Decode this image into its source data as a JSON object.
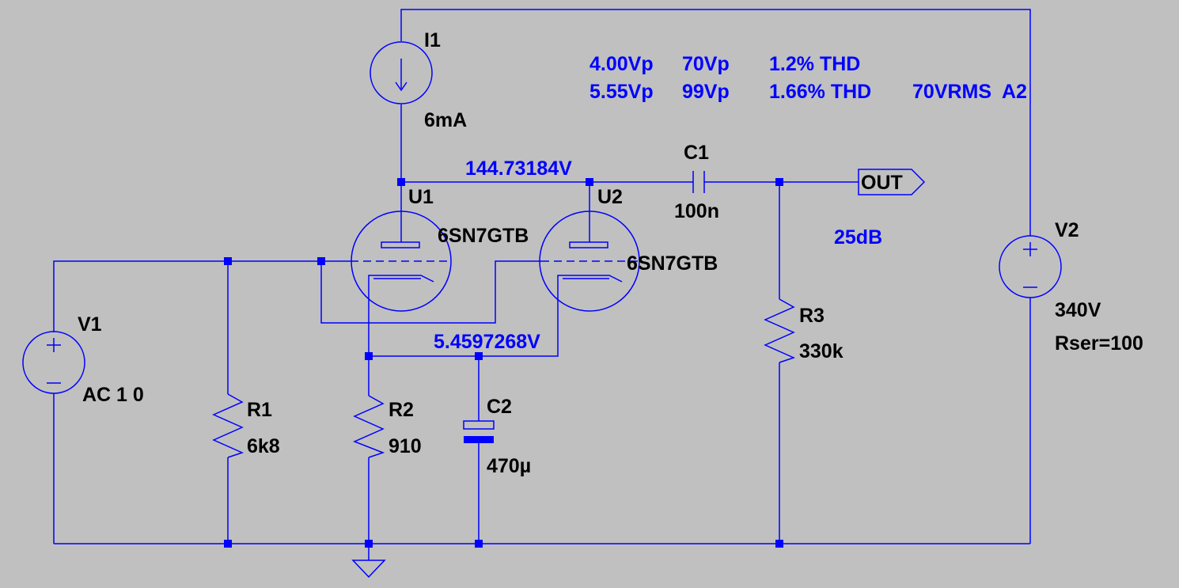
{
  "components": {
    "i1": {
      "name": "I1",
      "value": "6mA"
    },
    "u1": {
      "name": "U1",
      "model": "6SN7GTB"
    },
    "u2": {
      "name": "U2",
      "model": "6SN7GTB"
    },
    "c1": {
      "name": "C1",
      "value": "100n"
    },
    "c2": {
      "name": "C2",
      "value": "470µ"
    },
    "r1": {
      "name": "R1",
      "value": "6k8"
    },
    "r2": {
      "name": "R2",
      "value": "910"
    },
    "r3": {
      "name": "R3",
      "value": "330k"
    },
    "v1": {
      "name": "V1",
      "value": "AC 1 0"
    },
    "v2": {
      "name": "V2",
      "value": "340V",
      "param": "Rser=100"
    }
  },
  "nodes": {
    "anode_voltage": "144.73184V",
    "cathode_voltage": "5.4597268V",
    "out_label": "OUT"
  },
  "notes": {
    "row1": [
      "4.00Vp",
      "70Vp",
      "1.2% THD"
    ],
    "row2": [
      "5.55Vp",
      "99Vp",
      "1.66% THD",
      "70VRMS  A2"
    ],
    "gain": "25dB"
  },
  "colors": {
    "background": "#c0c0c0",
    "wire": "#0000ff",
    "label": "#000000",
    "annotation": "#0000ff"
  }
}
